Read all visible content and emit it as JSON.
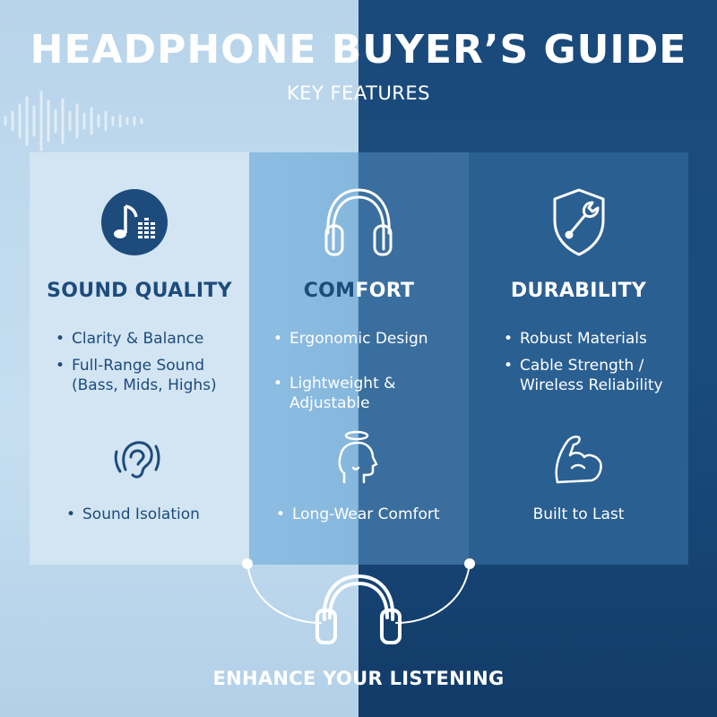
{
  "title": "HEADPHONE BUYER’S GUIDE",
  "subtitle": "KEY FEATURES",
  "columns": [
    {
      "title": "SOUND QUALITY",
      "icon": "music-note-eq-icon",
      "bullets": [
        "Clarity & Balance",
        "Full-Range Sound\n(Bass, Mids, Highs)"
      ],
      "secondary_icon": "ear-icon",
      "secondary_text": "Sound Isolation"
    },
    {
      "title": "COMFORT",
      "icon": "headphones-outline-icon",
      "bullets": [
        "Ergonomic Design",
        "Lightweight & Adjustable"
      ],
      "secondary_icon": "head-halo-icon",
      "secondary_text": "Long-Wear Comfort"
    },
    {
      "title": "DURABILITY",
      "icon": "shield-wrench-icon",
      "bullets": [
        "Robust Materials",
        "Cable Strength /\nWireless Reliability"
      ],
      "secondary_icon": "flexed-arm-icon",
      "secondary_text": "Built to Last"
    }
  ],
  "footer": "ENHANCE YOUR LISTENING",
  "colors": {
    "navy": "#1d4b7c",
    "light_blue": "#c6def0",
    "white": "#ffffff"
  }
}
